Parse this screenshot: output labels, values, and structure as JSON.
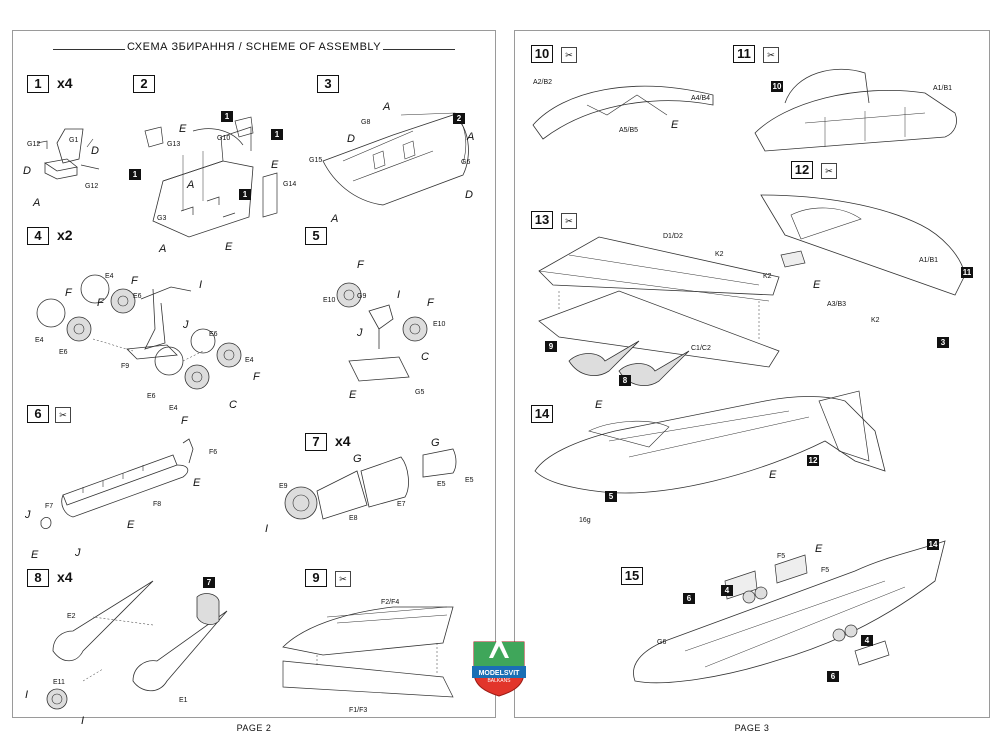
{
  "header": {
    "title": "СХЕМА ЗБИРАННЯ / SCHEME OF ASSEMBLY"
  },
  "footer": {
    "left": "PAGE 2",
    "right": "PAGE 3"
  },
  "logo": {
    "line1": "MODELSVIT",
    "line2": "BALKANS"
  },
  "steps": {
    "s1": {
      "num": "1",
      "qty": "x4",
      "parts": [
        "G12",
        "G1",
        "G12"
      ],
      "glue": [
        "D",
        "D",
        "A"
      ]
    },
    "s2": {
      "num": "2",
      "parts": [
        "G10",
        "G13",
        "G14",
        "G3"
      ],
      "glue": [
        "E",
        "A",
        "E",
        "E",
        "A"
      ],
      "refs": [
        "1",
        "1",
        "1",
        "1"
      ]
    },
    "s3": {
      "num": "3",
      "parts": [
        "G8",
        "G15",
        "G6"
      ],
      "glue": [
        "A",
        "D",
        "A",
        "D",
        "A"
      ],
      "refs": [
        "2"
      ]
    },
    "s4": {
      "num": "4",
      "qty": "x2",
      "parts": [
        "E4",
        "E6",
        "E4",
        "E6",
        "F9",
        "E6",
        "E4",
        "E6",
        "E4"
      ],
      "glue": [
        "F",
        "F",
        "F",
        "I",
        "J",
        "F",
        "C",
        "F"
      ]
    },
    "s5": {
      "num": "5",
      "parts": [
        "E10",
        "G9",
        "E10",
        "G5"
      ],
      "glue": [
        "F",
        "I",
        "F",
        "J",
        "C",
        "E"
      ]
    },
    "s6": {
      "num": "6",
      "parts": [
        "F6",
        "F8",
        "F7"
      ],
      "glue": [
        "E",
        "E",
        "J",
        "E",
        "J"
      ]
    },
    "s7": {
      "num": "7",
      "qty": "x4",
      "parts": [
        "E9",
        "E8",
        "E7",
        "E5",
        "E5"
      ],
      "glue": [
        "G",
        "G",
        "I"
      ]
    },
    "s8": {
      "num": "8",
      "qty": "x4",
      "parts": [
        "E2",
        "E11",
        "E1"
      ],
      "glue": [
        "I",
        "I"
      ],
      "refs": [
        "7"
      ]
    },
    "s9": {
      "num": "9",
      "parts": [
        "F2/F4",
        "F1/F3"
      ]
    },
    "s10": {
      "num": "10",
      "parts": [
        "A2/B2",
        "A4/B4",
        "A5/B5"
      ],
      "glue": [
        "E"
      ]
    },
    "s11": {
      "num": "11",
      "parts": [
        "A1/B1"
      ],
      "refs": [
        "10"
      ]
    },
    "s12": {
      "num": "12",
      "parts": [
        "K2",
        "K2",
        "A1/B1",
        "A3/B3",
        "K2"
      ],
      "glue": [
        "E"
      ],
      "refs": [
        "11",
        "3"
      ]
    },
    "s13": {
      "num": "13",
      "parts": [
        "D1/D2",
        "C1/C2"
      ],
      "refs": [
        "9",
        "8"
      ]
    },
    "s14": {
      "num": "14",
      "parts": [
        "16g"
      ],
      "glue": [
        "E",
        "E"
      ],
      "refs": [
        "5",
        "12"
      ]
    },
    "s15": {
      "num": "15",
      "parts": [
        "F5",
        "F5",
        "G6"
      ],
      "glue": [
        "E"
      ],
      "refs": [
        "14",
        "6",
        "4",
        "4",
        "6"
      ]
    }
  }
}
